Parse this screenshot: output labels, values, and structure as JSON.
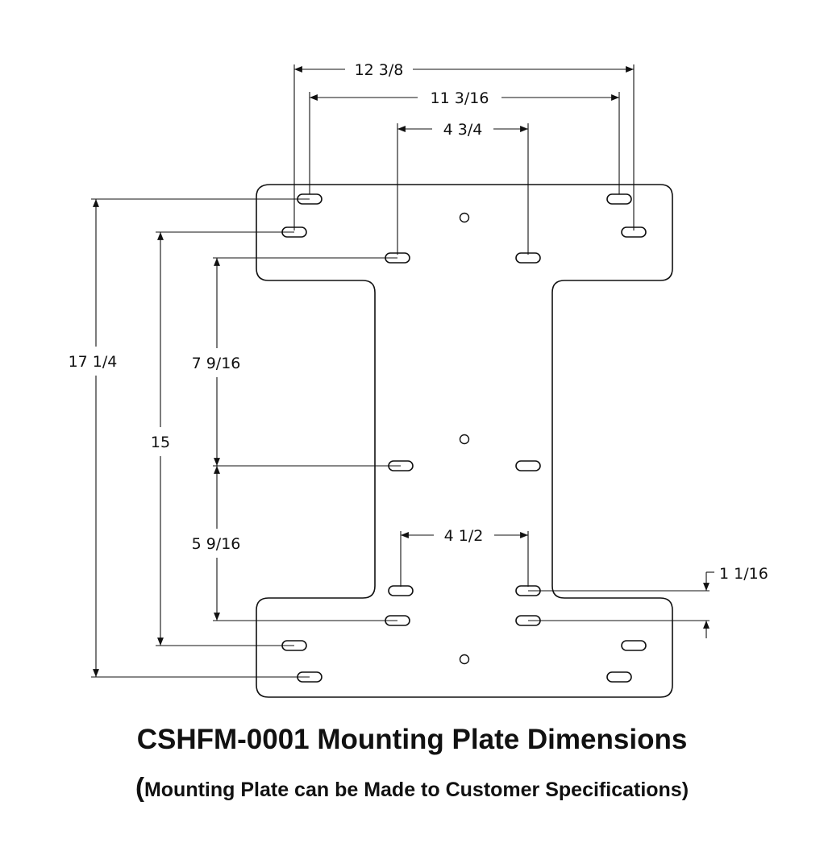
{
  "title": "CSHFM-0001 Mounting Plate Dimensions",
  "subtitle": {
    "open_paren": "(",
    "text": "Mounting Plate can be Made to Customer Specifications)"
  },
  "colors": {
    "line": "#111111",
    "background": "#ffffff"
  },
  "dimensions": {
    "overall_width": "12 3/8",
    "outer_slot_spacing": "11 3/16",
    "top_inner_slot_spacing": "4 3/4",
    "overall_height": "17 1/4",
    "outer_vertical_spacing": "15",
    "upper_inner_vertical": "7 9/16",
    "lower_inner_vertical": "5 9/16",
    "bottom_inner_slot_spacing": "4 1/2",
    "slot_offset": "1 1/16"
  }
}
